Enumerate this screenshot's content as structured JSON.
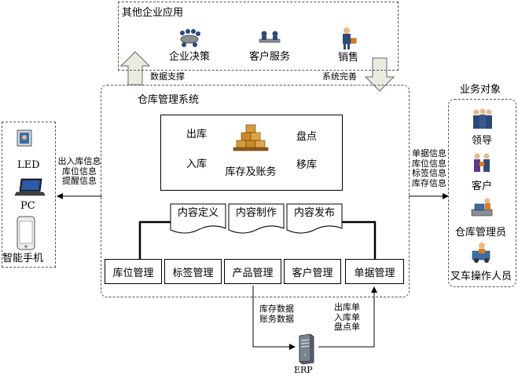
{
  "top_box": {
    "title": "其他企业应用",
    "apps": [
      "企业决策",
      "客户服务",
      "销售"
    ]
  },
  "arrows": {
    "data_support": "数据支撑",
    "system_improve": "系统完善"
  },
  "wms": {
    "title": "仓库管理系统",
    "core": {
      "out": "出库",
      "in": "入库",
      "inventory": "库存及账务",
      "check": "盘点",
      "move": "移库"
    },
    "documents": [
      "内容定义",
      "内容制作",
      "内容发布"
    ],
    "modules": [
      "库位管理",
      "标签管理",
      "产品管理",
      "客户管理",
      "单据管理"
    ]
  },
  "devices": {
    "items": [
      "LED",
      "PC",
      "智能手机"
    ],
    "info_lines": [
      "出入库信息",
      "库位信息",
      "提醒信息"
    ]
  },
  "business": {
    "title": "业务对象",
    "items": [
      "领导",
      "客户",
      "仓库管理员",
      "叉车操作人员"
    ],
    "info_lines": [
      "单据信息",
      "库位信息",
      "标签信息",
      "库存信息"
    ]
  },
  "erp": {
    "label": "ERP",
    "to_erp_lines": [
      "库存数据",
      "账务数据"
    ],
    "from_erp_lines": [
      "出库单",
      "入库单",
      "盘点单"
    ]
  }
}
